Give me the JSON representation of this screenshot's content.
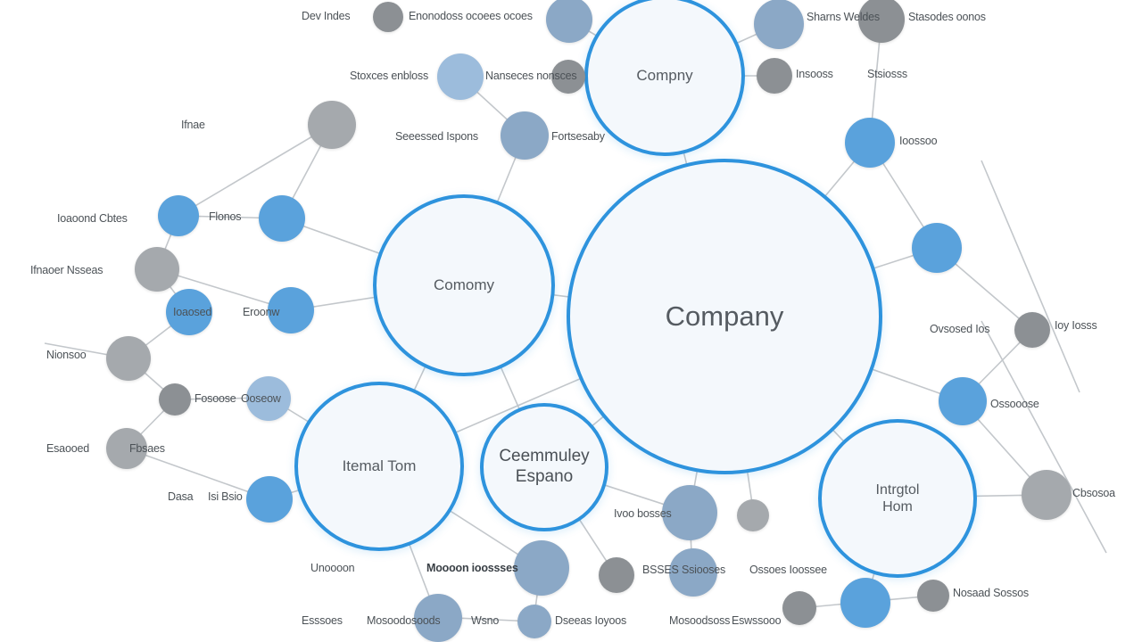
{
  "colors": {
    "hub_border": "#2e93dd",
    "hub_fill": "#f4f8fc",
    "node_blue": "#5aa2dc",
    "node_grey": "#8c9094",
    "edge": "#c3c7cb"
  },
  "hubs": {
    "main": "Company",
    "top": "Compny",
    "left": "Comomy",
    "internal_team": "Itemal Tom",
    "community": "Ceemmuley\nEspano",
    "right": "Intrgtol\nHom"
  },
  "labels": {
    "l01": "Dev Indes",
    "l02": "Enonodoss ocoees ocoes",
    "l03": "Sharns Weldes",
    "l04": "Stasodes oonos",
    "l05": "Stoxces enbloss",
    "l06": "Nanseces nonsces",
    "l07": "Seeessed Ispons",
    "l08": "Fortsesaby",
    "l09": "Ioaoond Cbtes",
    "l10": "Ifnae",
    "l11": "Flonos",
    "l12": "Ifnaoer Nsseas",
    "l13": "Ioaosed",
    "l14": "Eroonw",
    "l15": "Nionsoo",
    "l16": "Fosoose",
    "l17": "Ooseow",
    "l18": "Esaooed",
    "l19": "Dasa",
    "l20": "Isi Bsio",
    "l21": "Fbsaes",
    "l22": "Unoooon",
    "l23": "Moooon ioossses",
    "l24": "Esssoes",
    "l25": "Mosoodosoods",
    "l26": "Wsno",
    "l27": "Dseeas Ioyoos",
    "l28": "Mosoodsoss",
    "l29": "BSSES Ssiooses",
    "l30": "Ossoes Ioossee",
    "l31": "Ivoo bosses",
    "l32": "Ovsosed Ios",
    "l33": "Ioy Iosss",
    "l34": "Ossooose",
    "l35": "Stsiosss",
    "l36": "Insooss",
    "l37": "Ioossoo",
    "l38": "Nosaad Sossos",
    "l39": "Cbsosoa",
    "l40": "Eswssooo"
  }
}
